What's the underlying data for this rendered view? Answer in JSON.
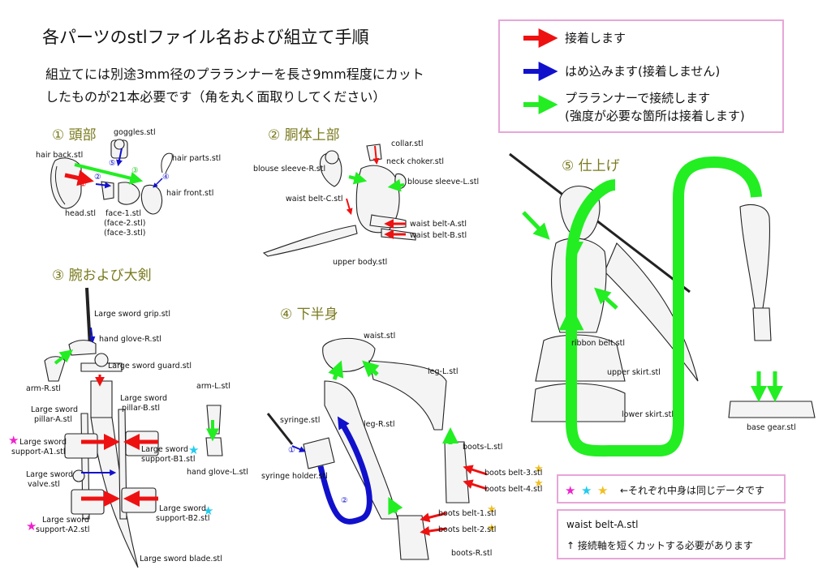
{
  "title": "各パーツのstlファイル名および組立て手順",
  "intro": [
    "組立てには別途3mm径のプラランナーを長さ9mm程度にカット",
    "したものが21本必要です（角を丸く面取りしてください）"
  ],
  "colors": {
    "glue": "#ee1111",
    "fit": "#1111cc",
    "runner": "#22ee22",
    "section": "#7a7a1e",
    "box_border": "#e7a6d8",
    "star_pink": "#ee22cc",
    "star_cyan": "#22ccee",
    "star_yellow": "#f0c020"
  },
  "legend": {
    "glue": "接着します",
    "fit": "はめ込みます(接着しません)",
    "runner_1": "プラランナーで接続します",
    "runner_2": "(強度が必要な箇所は接着します)"
  },
  "sections": {
    "s1": "① 頭部",
    "s2": "② 胴体上部",
    "s3": "③ 腕および大剣",
    "s4": "④ 下半身",
    "s5": "⑤ 仕上げ"
  },
  "head": {
    "goggles": "goggles.stl",
    "hair_back": "hair back.stl",
    "hair_parts": "hair parts.stl",
    "hair_front": "hair front.stl",
    "head": "head.stl",
    "face_1": "face-1.stl",
    "face_2": "(face-2.stl)",
    "face_3": "(face-3.stl)",
    "n1": "①",
    "n2": "②",
    "n3": "③",
    "n4": "④",
    "n5": "⑤"
  },
  "body": {
    "collar": "collar.stl",
    "neck_choker": "neck choker.stl",
    "blouse_r": "blouse sleeve-R.stl",
    "blouse_l": "blouse sleeve-L.stl",
    "waist_belt_c": "waist belt-C.stl",
    "waist_belt_a": "waist belt-A.stl",
    "waist_belt_b": "waist belt-B.stl",
    "upper_body": "upper body.stl"
  },
  "arms": {
    "grip": "Large sword grip.stl",
    "glove_r": "hand glove-R.stl",
    "guard": "Large sword guard.stl",
    "arm_r": "arm-R.stl",
    "arm_l": "arm-L.stl",
    "pillar_a_1": "Large sword",
    "pillar_a_2": "pillar-A.stl",
    "pillar_b_1": "Large sword",
    "pillar_b_2": "pillar-B.stl",
    "support_a1_1": "Large sword",
    "support_a1_2": "support-A1.stl",
    "support_b1_1": "Large sword",
    "support_b1_2": "support-B1.stl",
    "valve_1": "Large sword",
    "valve_2": "valve.stl",
    "glove_l": "hand glove-L.stl",
    "support_a2_1": "Large sword",
    "support_a2_2": "support-A2.stl",
    "support_b2_1": "Large sword",
    "support_b2_2": "support-B2.stl",
    "blade": "Large sword blade.stl"
  },
  "lower": {
    "waist": "waist.stl",
    "leg_l": "leg-L.stl",
    "leg_r": "leg-R.stl",
    "syringe": "syringe.stl",
    "syringe_holder": "syringe holder.stl",
    "boots_l": "boots-L.stl",
    "boots_belt_3": "boots belt-3.stl",
    "boots_belt_4": "boots belt-4.stl",
    "boots_belt_1": "boots belt-1.stl",
    "boots_belt_2": "boots belt-2.stl",
    "boots_r": "boots-R.stl",
    "n1": "①",
    "n2": "②"
  },
  "finish": {
    "ribbon_belt": "ribbon belt.stl",
    "upper_skirt": "upper skirt.stl",
    "lower_skirt": "lower skirt.stl",
    "base_gear": "base gear.stl"
  },
  "stars_note": "←それぞれ中身は同じデータです",
  "note": {
    "line1": "waist belt-A.stl",
    "line2": "↑ 接続軸を短くカットする必要があります"
  }
}
